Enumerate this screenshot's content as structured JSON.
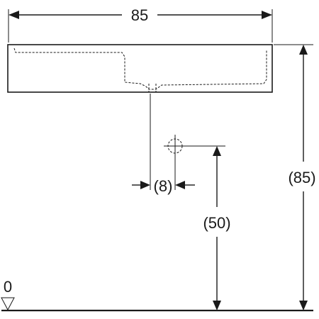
{
  "dimensions": {
    "width": "85",
    "height_total": "(85)",
    "drain_height": "(50)",
    "drain_offset": "(8)"
  },
  "floor": {
    "level_label": "0"
  },
  "colors": {
    "line": "#1a1a1a",
    "background": "#ffffff"
  }
}
